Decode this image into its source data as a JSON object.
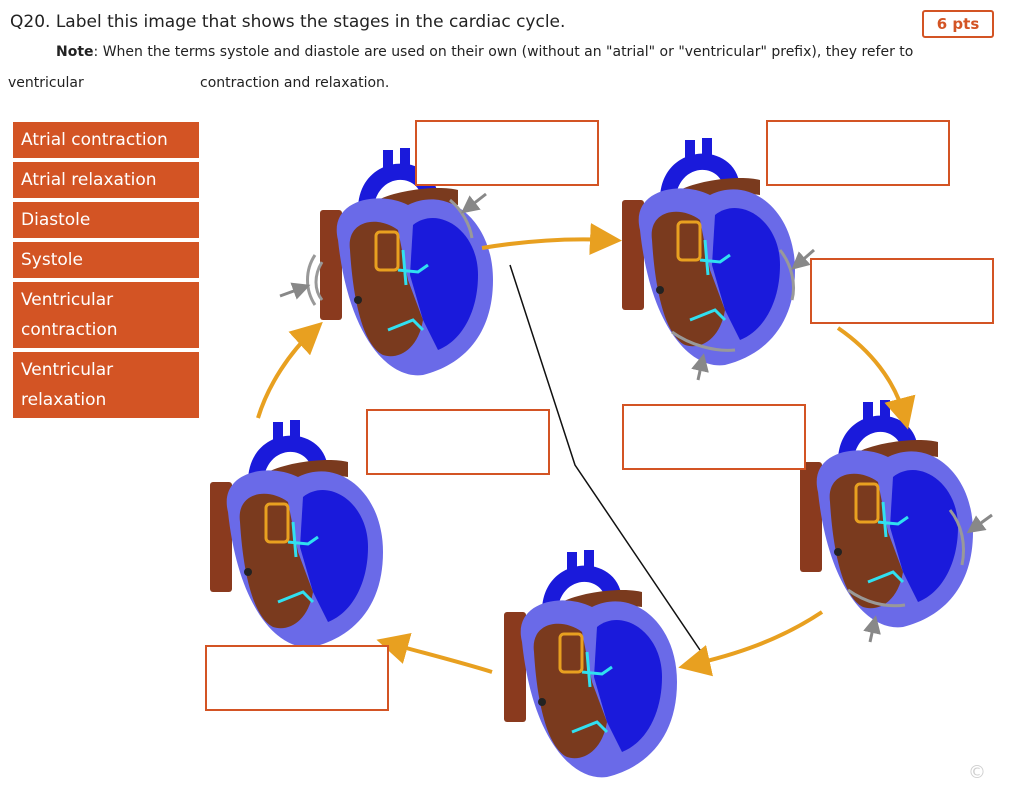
{
  "question": {
    "title": "Q20. Label this image that shows the stages in the cardiac cycle.",
    "points": "6 pts",
    "note_label": "Note",
    "note_text": ": When the terms systole and diastole are used on their own (without an \"atrial\" or \"ventricular\" prefix), they refer to",
    "note_word": "ventricular",
    "note_continuation": "contraction and relaxation."
  },
  "labels": [
    "Atrial contraction",
    "Atrial relaxation",
    "Diastole",
    "Systole",
    "Ventricular contraction",
    "Ventricular relaxation"
  ],
  "drop_targets": [
    "",
    "",
    "",
    "",
    "",
    ""
  ],
  "colors": {
    "accent": "#d35424",
    "arrow": "#e8a020",
    "oxygenated_blood": "#1a1adb",
    "deoxygenated_blood": "#7a3a1e",
    "heart_wall": "#6a6ae8",
    "valve": "#30e0f0",
    "valve_outline": "#e8a020"
  },
  "watermark": "©"
}
